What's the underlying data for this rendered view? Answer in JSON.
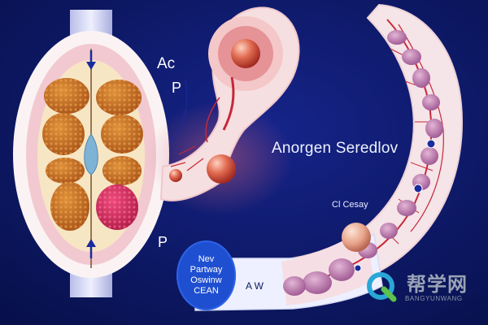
{
  "labels": {
    "ac": "Ac",
    "p_top": "P",
    "p_bottom": "P",
    "title": "Anorgen Seredlov",
    "cl": "Cl Cesay",
    "aw": "A W"
  },
  "badge": {
    "line1": "Nev",
    "line2": "Partway",
    "line3": "Oswinw",
    "line4": "CEAN"
  },
  "watermark": {
    "chinese": "帮学网",
    "english": "BANGYUNWANG"
  },
  "colors": {
    "background": "#0a1560",
    "capsule_outer": "#fbf3f3",
    "tissue_pink": "#f2c9d1",
    "follicle_orange": "#c9721f",
    "follicle_pink": "#d22a5c",
    "vessel_red": "#c6283a",
    "badge_blue": "#1f4fd1"
  }
}
